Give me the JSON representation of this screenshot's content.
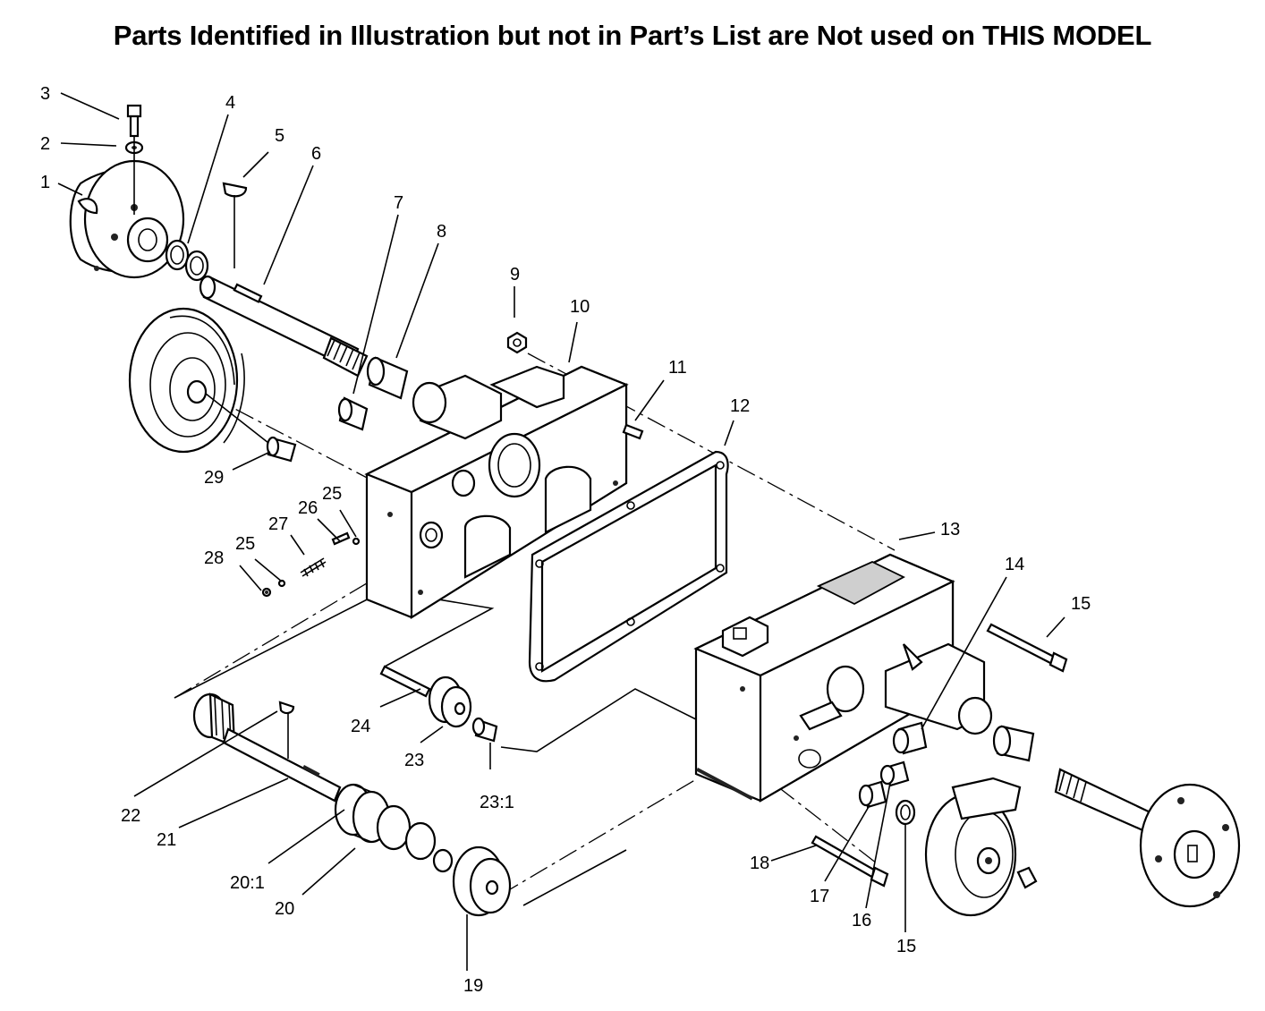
{
  "header": {
    "title": "Parts Identified in Illustration but not in Part’s List are Not used on THIS MODEL"
  },
  "callouts": [
    {
      "id": "c1",
      "label": "1"
    },
    {
      "id": "c2",
      "label": "2"
    },
    {
      "id": "c3",
      "label": "3"
    },
    {
      "id": "c4",
      "label": "4"
    },
    {
      "id": "c5",
      "label": "5"
    },
    {
      "id": "c6",
      "label": "6"
    },
    {
      "id": "c7",
      "label": "7"
    },
    {
      "id": "c8",
      "label": "8"
    },
    {
      "id": "c9",
      "label": "9"
    },
    {
      "id": "c10",
      "label": "10"
    },
    {
      "id": "c11",
      "label": "11"
    },
    {
      "id": "c12",
      "label": "12"
    },
    {
      "id": "c13",
      "label": "13"
    },
    {
      "id": "c14",
      "label": "14"
    },
    {
      "id": "c15a",
      "label": "15"
    },
    {
      "id": "c15b",
      "label": "15"
    },
    {
      "id": "c16",
      "label": "16"
    },
    {
      "id": "c17",
      "label": "17"
    },
    {
      "id": "c18",
      "label": "18"
    },
    {
      "id": "c19",
      "label": "19"
    },
    {
      "id": "c20",
      "label": "20"
    },
    {
      "id": "c20_1",
      "label": "20:1"
    },
    {
      "id": "c21",
      "label": "21"
    },
    {
      "id": "c22",
      "label": "22"
    },
    {
      "id": "c23",
      "label": "23"
    },
    {
      "id": "c23_1",
      "label": "23:1"
    },
    {
      "id": "c24",
      "label": "24"
    },
    {
      "id": "c25a",
      "label": "25"
    },
    {
      "id": "c25b",
      "label": "25"
    },
    {
      "id": "c26",
      "label": "26"
    },
    {
      "id": "c27",
      "label": "27"
    },
    {
      "id": "c28",
      "label": "28"
    },
    {
      "id": "c29",
      "label": "29"
    }
  ]
}
